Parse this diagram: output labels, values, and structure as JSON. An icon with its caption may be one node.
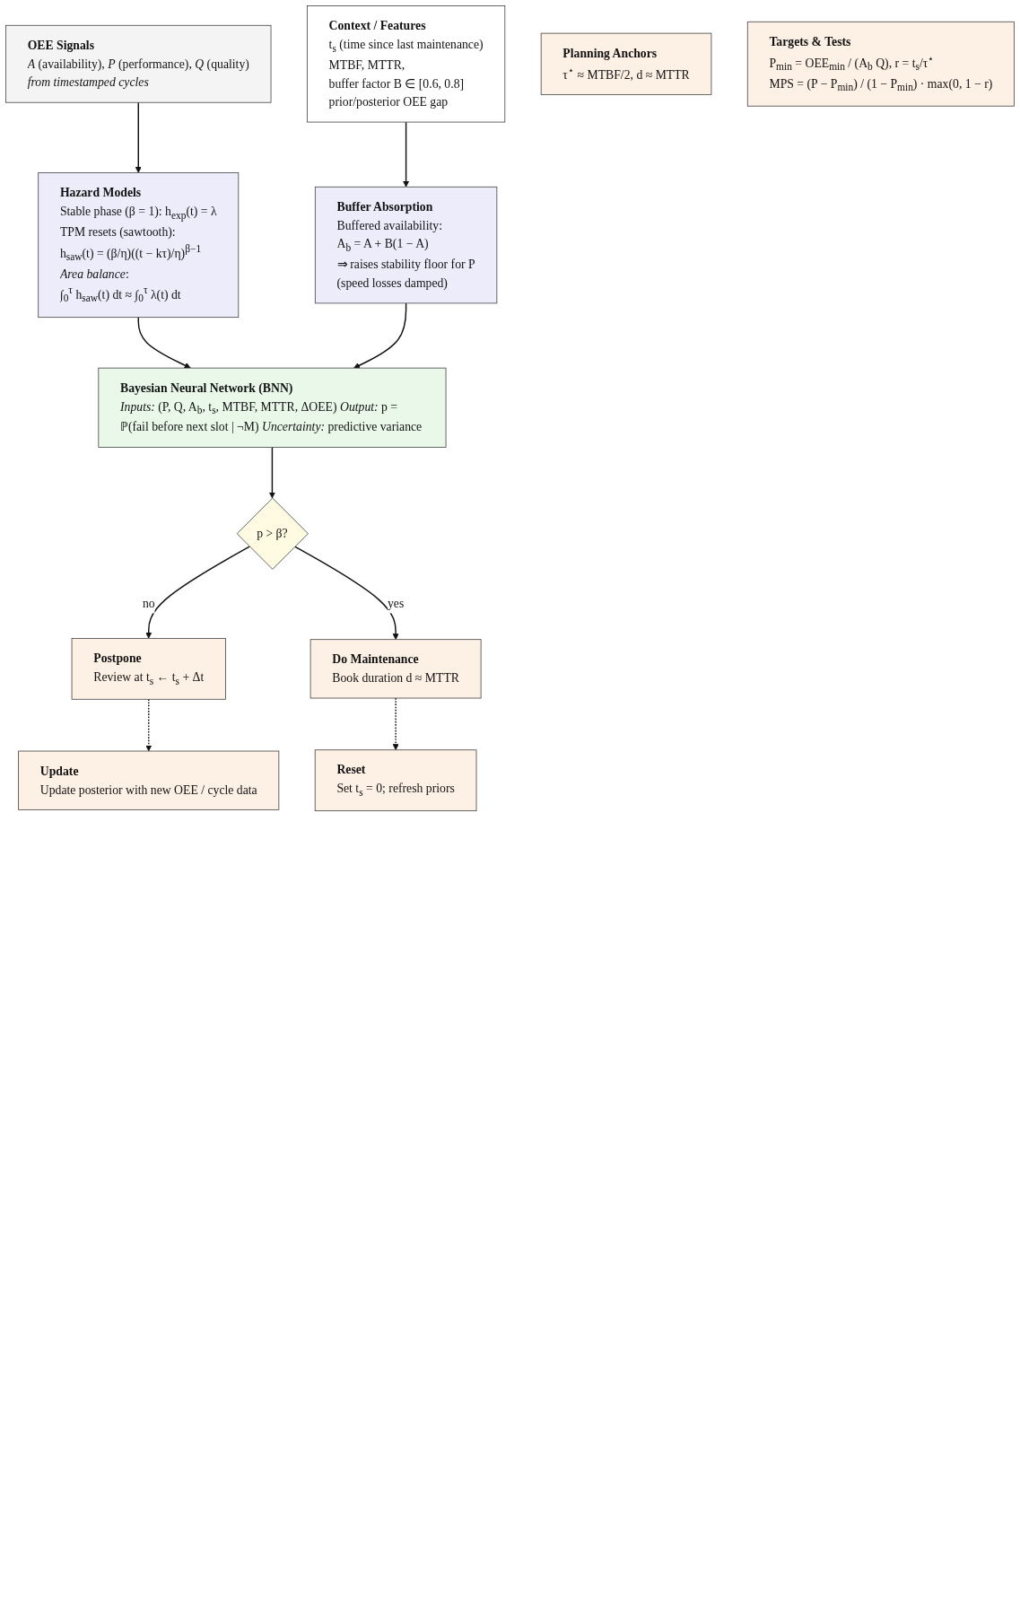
{
  "diagram": {
    "nodes": [
      {
        "text": [
          "OEE Signals",
          "*A* (availability), *P* (performance), *Q* (quality)",
          "*from timestamped cycles*"
        ]
      },
      {
        "text": [
          "Hazard Models",
          "Stable phase (β = 1): h$_{exp}$(t) = λ",
          "TPM resets (sawtooth):",
          "h$_{saw}$(t) = (β/η)((t − kτ)/η)$^{β−1}$",
          "*Area balance*:",
          "∫$_{0}$$^{τ}$ h$_{saw}$(t) dt ≈ ∫$_{0}$$^{τ}$ λ(t) dt"
        ]
      },
      {
        "text": [
          "Context / Features",
          "t$_{s}$ (time since last maintenance)",
          "MTBF, MTTR,",
          "buffer factor B ∈ [0.6, 0.8]",
          "prior/posterior OEE gap"
        ]
      },
      {
        "text": [
          "Buffer Absorption",
          "Buffered availability:",
          "A$_{b}$ = A + B(1 − A)",
          "⇒ raises stability floor for P",
          "(speed losses damped)"
        ]
      },
      {
        "text": [
          "Bayesian Neural Network (BNN)",
          "*Inputs:* (P, Q, A$_{b}$, t$_{s}$, MTBF, MTTR, ΔOEE) *Output:* p = ℙ(fail before next slot | ¬M) *Uncertainty:* predictive variance"
        ]
      },
      {
        "text": [
          "p > β?"
        ]
      },
      {
        "text": [
          "Postpone",
          "Review at t$_{s}$ ← t$_{s}$ + Δt"
        ]
      },
      {
        "text": [
          "Do Maintenance",
          "Book duration d ≈ MTTR"
        ]
      },
      {
        "text": [
          "Update",
          "Update posterior with new OEE / cycle data"
        ]
      },
      {
        "text": [
          "Reset",
          "Set t$_{s}$ = 0; refresh priors"
        ]
      },
      {
        "text": [
          "Planning Anchors",
          "τ$^{⋆}$ ≈ MTBF/2, d ≈ MTTR"
        ]
      },
      {
        "text": [
          "Targets & Tests",
          "P$_{min}$ = OEE$_{min}$ / (A$_{b}$ Q), r = t$_{s}$/τ$^{⋆}$",
          "MPS = (P − P$_{min}$) / (1 − P$_{min}$) · max(0, 1 − r)"
        ]
      }
    ],
    "edges": [
      {
        "from": 0,
        "to": 1,
        "arrow": "to"
      },
      {
        "from": 2,
        "to": 3,
        "arrow": "to"
      },
      {
        "from": 1,
        "to": 4,
        "arrow": "to"
      },
      {
        "from": 3,
        "to": 4,
        "arrow": "to"
      },
      {
        "from": 4,
        "to": 5,
        "arrow": "to"
      },
      {
        "from": 5,
        "to": 6,
        "label": "no",
        "arrow": "to"
      },
      {
        "from": 5,
        "to": 7,
        "label": "yes",
        "arrow": "to"
      },
      {
        "from": 6,
        "to": 8,
        "arrow": "to",
        "style": "dashed"
      },
      {
        "from": 7,
        "to": 9,
        "arrow": "to",
        "style": "dashed"
      }
    ]
  }
}
